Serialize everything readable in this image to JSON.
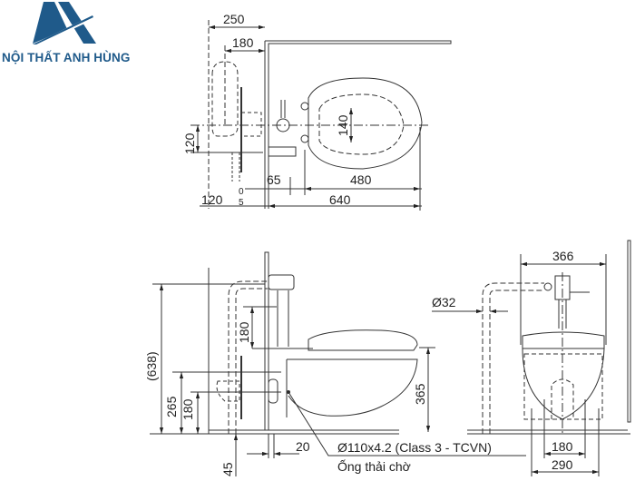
{
  "brand": {
    "name": "NỘI THẤT ANH HÙNG",
    "icon": "mountain-road-logo-icon",
    "color": "#1f5a8a"
  },
  "top_view": {
    "dimensions": {
      "d250": "250",
      "d180": "180",
      "d120_vert": "120",
      "d140": "140",
      "d65": "65",
      "d480": "480",
      "d120_horiz": "120",
      "d640": "640",
      "d0": "0",
      "d5": "5"
    }
  },
  "side_view": {
    "dimensions": {
      "d638": "(638)",
      "d180_flush": "180",
      "d265": "265",
      "d180_outlet": "180",
      "d365": "365",
      "d20": "20",
      "d45": "45"
    },
    "annotation": {
      "pipe_spec": "Ø110x4.2 (Class 3 - TCVN)",
      "pipe_name": "Ống thải chờ"
    }
  },
  "front_view": {
    "dimensions": {
      "d366": "366",
      "d32": "Ø32",
      "d180": "180",
      "d290": "290"
    }
  },
  "colors": {
    "line": "#333333",
    "logo": "#1f5a8a"
  }
}
